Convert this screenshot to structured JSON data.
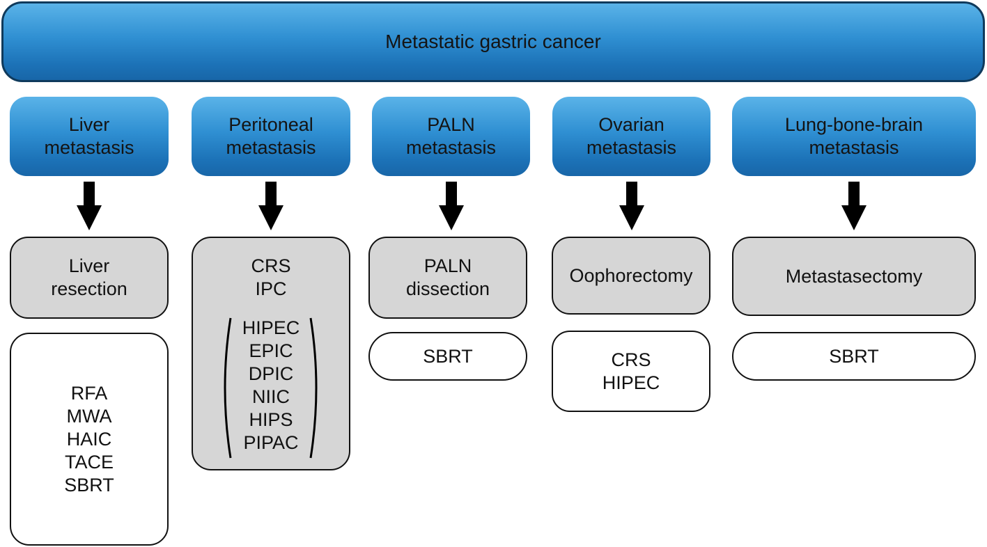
{
  "title": "Metastatic gastric cancer",
  "categories": [
    {
      "line1": "Liver",
      "line2": "metastasis"
    },
    {
      "line1": "Peritoneal",
      "line2": "metastasis"
    },
    {
      "line1": "PALN",
      "line2": "metastasis"
    },
    {
      "line1": "Ovarian",
      "line2": "metastasis"
    },
    {
      "line1": "Lung-bone-brain",
      "line2": "metastasis"
    }
  ],
  "surgery": {
    "liver": [
      "Liver",
      "resection"
    ],
    "peritoneal": {
      "main": [
        "CRS",
        "IPC"
      ],
      "options": [
        "HIPEC",
        "EPIC",
        "DPIC",
        "NIIC",
        "HIPS",
        "PIPAC"
      ]
    },
    "paln": [
      "PALN",
      "dissection"
    ],
    "ovarian": "Oophorectomy",
    "lbb": "Metastasectomy"
  },
  "alternatives": {
    "liver": [
      "RFA",
      "MWA",
      "HAIC",
      "TACE",
      "SBRT"
    ],
    "paln": "SBRT",
    "ovarian": [
      "CRS",
      "HIPEC"
    ],
    "lbb": "SBRT"
  }
}
